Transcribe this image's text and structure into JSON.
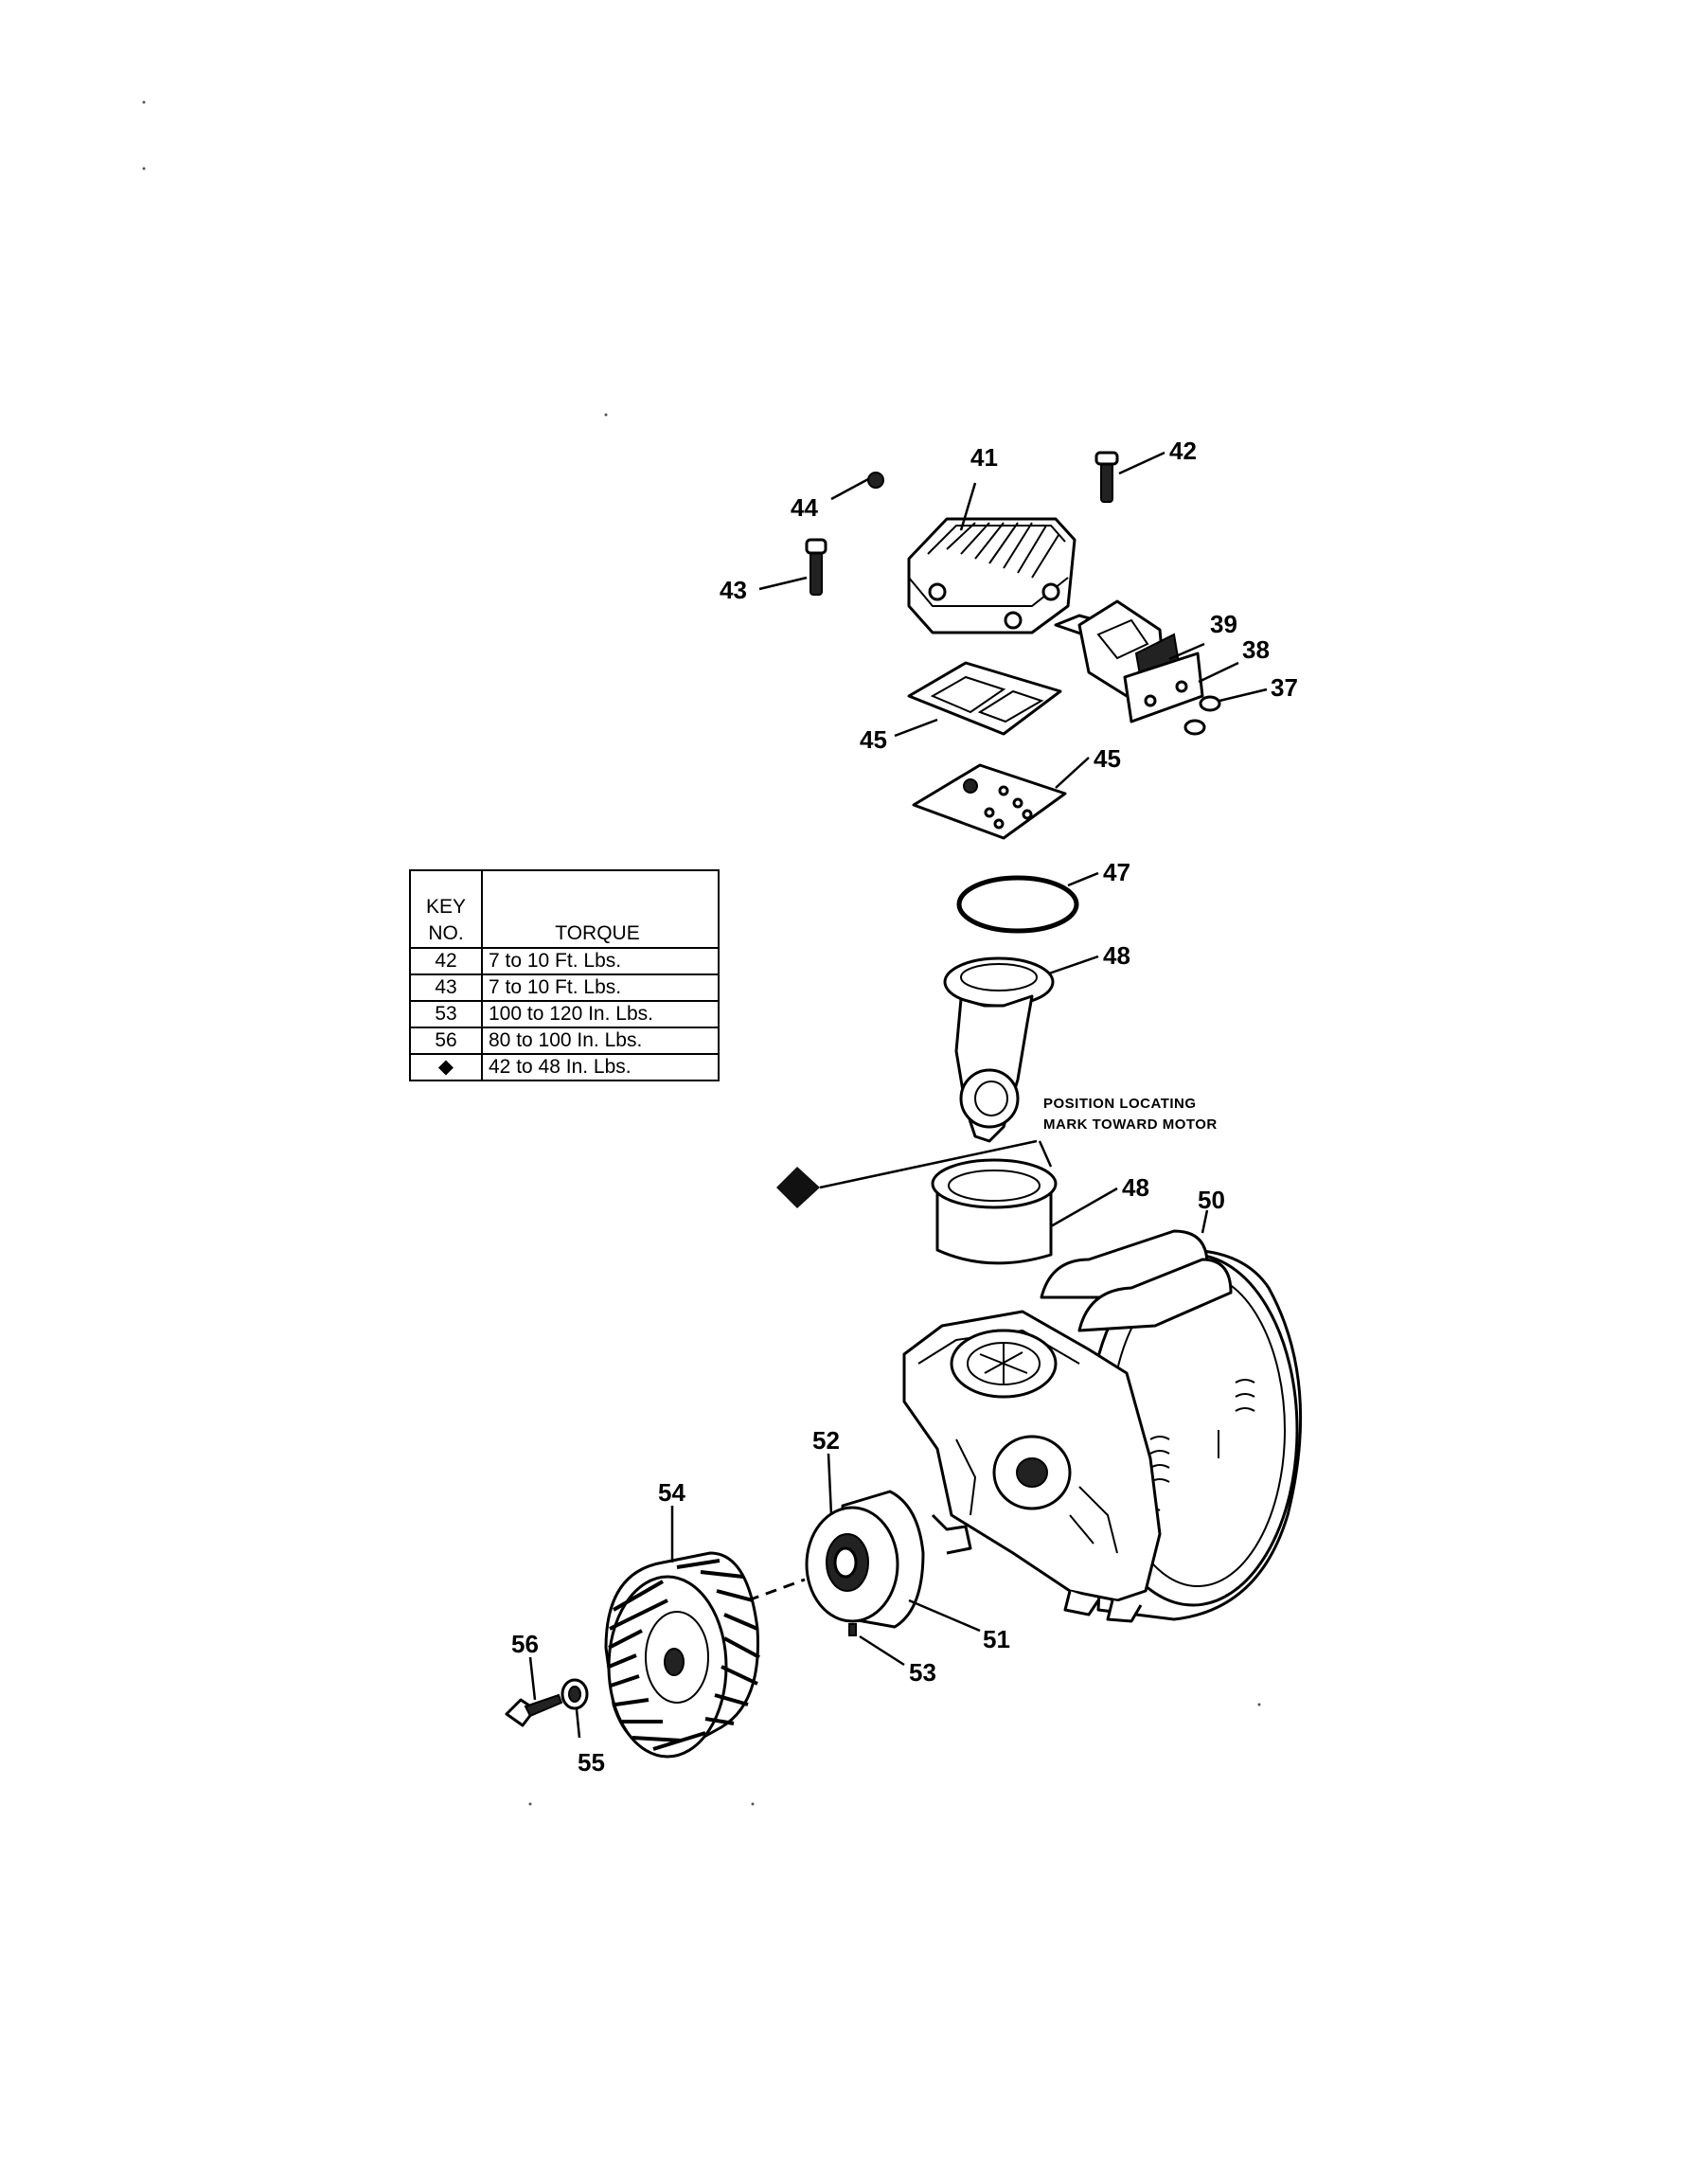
{
  "table": {
    "header_key_line1": "KEY",
    "header_key_line2": "NO.",
    "header_torque": "TORQUE",
    "rows": [
      {
        "key": "42",
        "torque": "7 to 10 Ft. Lbs."
      },
      {
        "key": "43",
        "torque": "7 to 10 Ft. Lbs."
      },
      {
        "key": "53",
        "torque": "100 to 120 In. Lbs."
      },
      {
        "key": "56",
        "torque": "80 to 100 In. Lbs."
      },
      {
        "key": "◆",
        "torque": "42 to 48 In. Lbs."
      }
    ]
  },
  "callouts": {
    "p37": "37",
    "p38": "38",
    "p39": "39",
    "p41": "41",
    "p42": "42",
    "p43": "43",
    "p44": "44",
    "p45a": "45",
    "p45b": "45",
    "p47": "47",
    "p48a": "48",
    "p48b": "48",
    "p50": "50",
    "p51": "51",
    "p52": "52",
    "p53": "53",
    "p54": "54",
    "p55": "55",
    "p56": "56"
  },
  "note": {
    "line1": "POSITION LOCATING",
    "line2": "MARK TOWARD MOTOR"
  }
}
